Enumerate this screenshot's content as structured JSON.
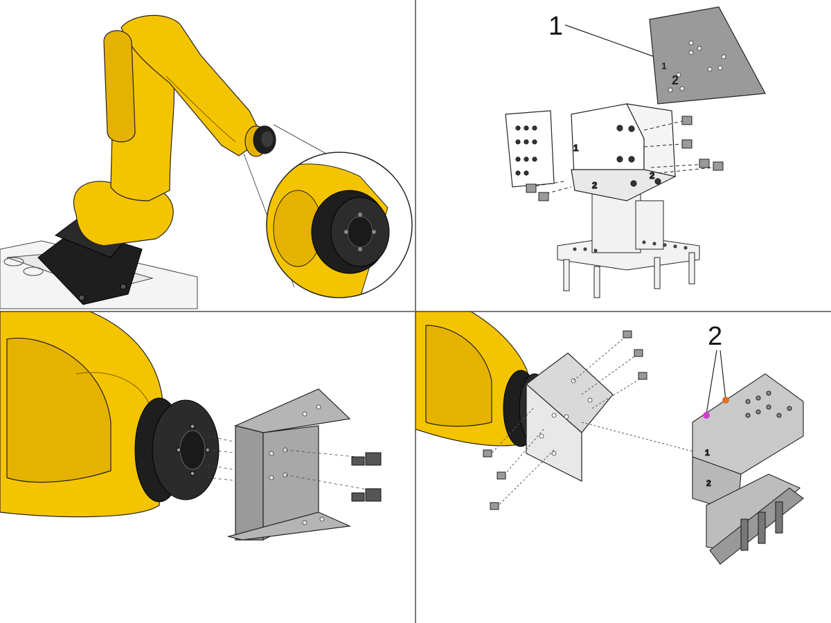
{
  "panels": {
    "step1": {
      "id": "panel-1"
    },
    "step2": {
      "callout": "1",
      "plate_marks": [
        "1",
        "2"
      ],
      "bracket_marks": [
        "1",
        "2",
        "2"
      ]
    },
    "step3": {
      "id": "panel-3"
    },
    "step4": {
      "callout": "2",
      "marks": [
        "1",
        "2"
      ]
    }
  },
  "colors": {
    "robot_yellow": "#F5C400",
    "robot_shadow": "#C79A00",
    "flange_black": "#1E1E1E",
    "plate_grey": "#9A9A9A",
    "bracket_light": "#E2E2E2",
    "divider": "#777777",
    "accent_pink": "#D040D0",
    "accent_orange": "#E07020"
  }
}
